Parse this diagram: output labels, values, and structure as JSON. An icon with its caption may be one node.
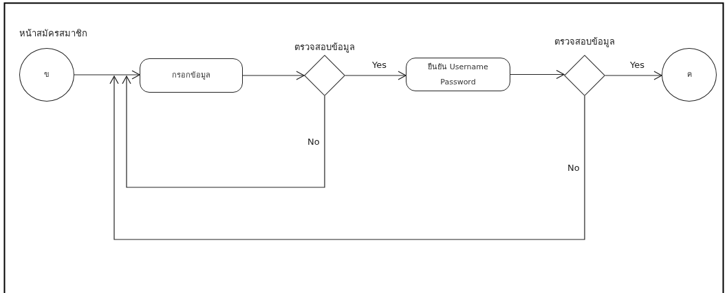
{
  "diagram": {
    "nodes": [
      {
        "text": [
          "หน้าสมัครสมาชิก",
          "ข"
        ]
      },
      {
        "text": [
          "กรอกข้อมูล"
        ]
      },
      {
        "text": [
          "ตรวจสอบข้อมูล"
        ]
      },
      {
        "text": [
          "ยืนยัน Username Password"
        ]
      },
      {
        "text": [
          "ตรวจสอบข้อมูล"
        ]
      },
      {
        "text": [
          "ค"
        ]
      }
    ],
    "edges": [
      {
        "from": 0,
        "to": 1,
        "arrow": "to"
      },
      {
        "from": 1,
        "to": 2,
        "arrow": "to"
      },
      {
        "from": 2,
        "to": 3,
        "arrow": "to",
        "label": "Yes"
      },
      {
        "from": 3,
        "to": 4,
        "arrow": "to"
      },
      {
        "from": 4,
        "to": 5,
        "arrow": "to",
        "label": "Yes"
      },
      {
        "from": 2,
        "to": 1,
        "arrow": "to",
        "label": "No"
      },
      {
        "from": 4,
        "to": 1,
        "arrow": "to",
        "label": "No"
      }
    ]
  }
}
